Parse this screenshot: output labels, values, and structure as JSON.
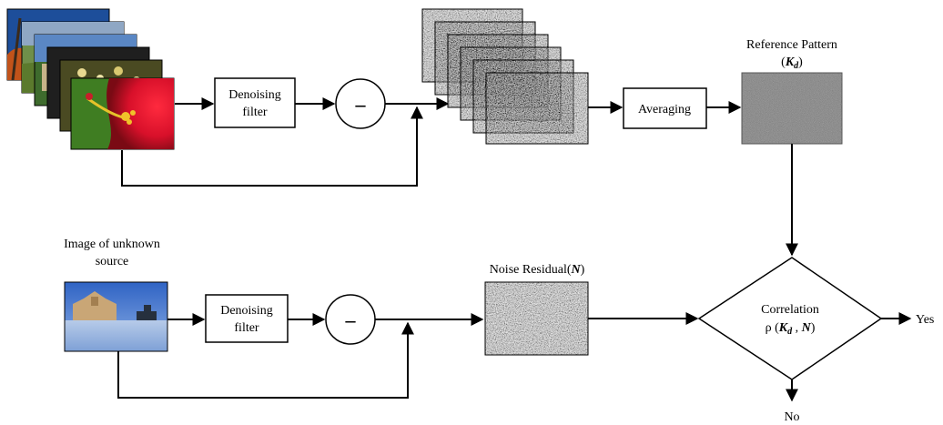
{
  "labels": {
    "denoising_filter_top": [
      "Denoising",
      "filter"
    ],
    "subtract_top": "–",
    "averaging": "Averaging",
    "reference_pattern": "Reference Pattern",
    "reference_symbol": "(Kd)",
    "unknown_image": [
      "Image of unknown",
      "source"
    ],
    "denoising_filter_bottom": [
      "Denoising",
      "filter"
    ],
    "subtract_bottom": "–",
    "noise_residual_prefix": "Noise Residual(",
    "noise_residual_symbol": "N",
    "noise_residual_suffix": ")",
    "correlation": "Correlation",
    "correlation_formula_prefix": "ρ (",
    "correlation_symbol_k": "K",
    "correlation_symbol_d": "d",
    "correlation_symbol_n": "N",
    "correlation_formula_suffix": ")",
    "yes": "Yes",
    "no": "No"
  },
  "colors": {
    "stroke": "#000000",
    "noise_dark": "#2a2a2a",
    "reference_gray": "#6d6d6d",
    "flower_red": "#d8102a",
    "leaf_green": "#3f7d22",
    "sky_blue": "#4a7ccf",
    "snow_blue": "#9cb8df"
  }
}
